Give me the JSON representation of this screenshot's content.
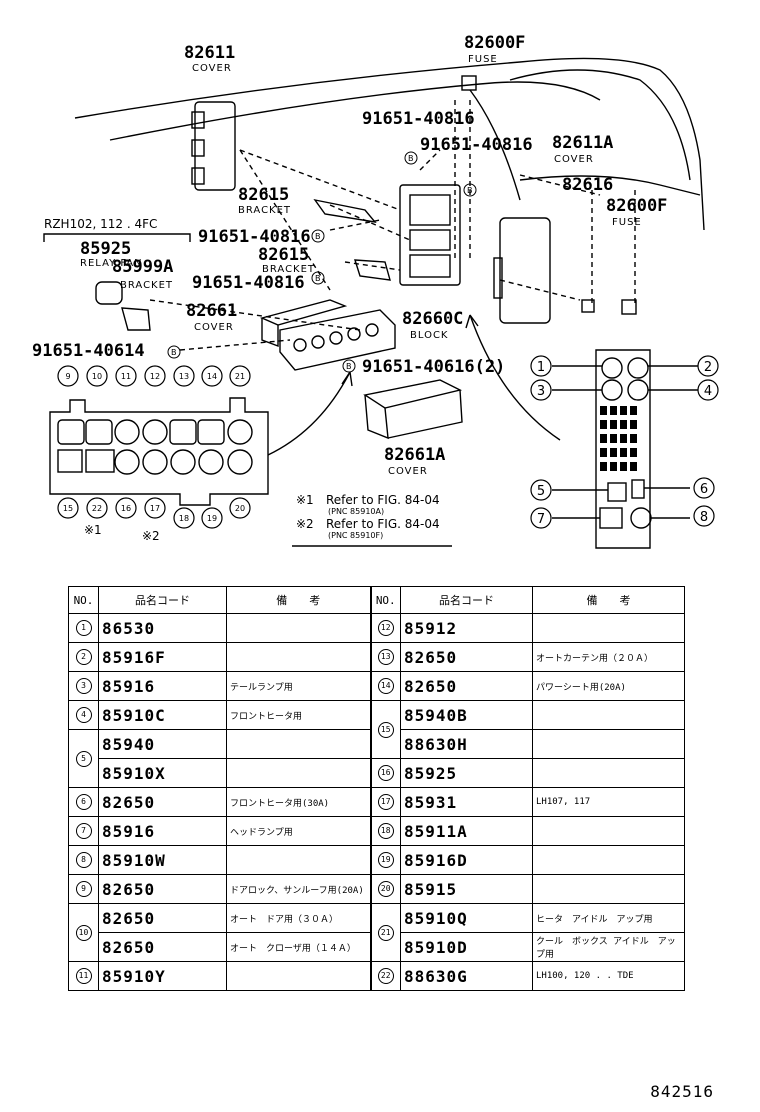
{
  "diagram": {
    "labels": [
      {
        "part": "82611",
        "desc": "COVER"
      },
      {
        "part": "82600F",
        "desc": "FUSE"
      },
      {
        "part": "91651-40816",
        "desc": ""
      },
      {
        "part": "91651-40816",
        "desc": ""
      },
      {
        "part": "82611A",
        "desc": "COVER"
      },
      {
        "part": "82616",
        "desc": ""
      },
      {
        "part": "82600F",
        "desc": "FUSE"
      },
      {
        "part": "82615",
        "desc": "BRACKET"
      },
      {
        "part": "91651-40816",
        "desc": ""
      },
      {
        "part": "82615",
        "desc": "BRACKET"
      },
      {
        "part": "91651-40816",
        "desc": ""
      },
      {
        "part": "82661",
        "desc": "COVER"
      },
      {
        "part": "82660C",
        "desc": "BLOCK"
      },
      {
        "part": "91651-40616(2)",
        "desc": ""
      },
      {
        "part": "82661A",
        "desc": "COVER"
      },
      {
        "part": "85925",
        "desc": "RELAY FAN"
      },
      {
        "part": "85999A",
        "desc": "BRACKET"
      },
      {
        "part": "91651-40614",
        "desc": ""
      }
    ],
    "model_note": "RZH102, 112 . 4FC",
    "b_marker": "B",
    "refs": [
      {
        "mark": "※1",
        "text": "Refer to FIG. 84-04",
        "pnc": "(PNC 85910A)"
      },
      {
        "mark": "※2",
        "text": "Refer to FIG. 84-04",
        "pnc": "(PNC 85910F)"
      }
    ],
    "left_connector": {
      "top_numbers": [
        "9",
        "10",
        "11",
        "12",
        "13",
        "14",
        "21"
      ],
      "bottom_numbers": [
        "15",
        "22",
        "16",
        "17",
        "18",
        "19",
        "20"
      ],
      "mark1": "※1",
      "mark2": "※2"
    },
    "right_block": {
      "numbers": [
        "1",
        "2",
        "3",
        "4",
        "5",
        "6",
        "7",
        "8"
      ]
    }
  },
  "table": {
    "headers": [
      "NO.",
      "品名コード",
      "備　　考",
      "NO.",
      "品名コード",
      "備　　考"
    ],
    "left": [
      {
        "no": "1",
        "codes": [
          "86530"
        ],
        "notes": [
          ""
        ]
      },
      {
        "no": "2",
        "codes": [
          "85916F"
        ],
        "notes": [
          ""
        ]
      },
      {
        "no": "3",
        "codes": [
          "85916"
        ],
        "notes": [
          "テールランプ用"
        ]
      },
      {
        "no": "4",
        "codes": [
          "85910C"
        ],
        "notes": [
          "フロントヒータ用"
        ]
      },
      {
        "no": "5",
        "codes": [
          "85940",
          "85910X"
        ],
        "notes": [
          "",
          ""
        ]
      },
      {
        "no": "6",
        "codes": [
          "82650"
        ],
        "notes": [
          "フロントヒータ用(30A)"
        ]
      },
      {
        "no": "7",
        "codes": [
          "85916"
        ],
        "notes": [
          "ヘッドランプ用"
        ]
      },
      {
        "no": "8",
        "codes": [
          "85910W"
        ],
        "notes": [
          ""
        ]
      },
      {
        "no": "9",
        "codes": [
          "82650"
        ],
        "notes": [
          "ドアロック、サンルーフ用(20A)"
        ]
      },
      {
        "no": "10",
        "codes": [
          "82650",
          "82650"
        ],
        "notes": [
          "オート　ドア用（３０Ａ）",
          "オート　クローザ用（１４Ａ）"
        ]
      },
      {
        "no": "11",
        "codes": [
          "85910Y"
        ],
        "notes": [
          ""
        ]
      }
    ],
    "right": [
      {
        "no": "12",
        "codes": [
          "85912"
        ],
        "notes": [
          ""
        ]
      },
      {
        "no": "13",
        "codes": [
          "82650"
        ],
        "notes": [
          "オートカーテン用（２０Ａ）"
        ]
      },
      {
        "no": "14",
        "codes": [
          "82650"
        ],
        "notes": [
          "パワーシート用(20A)"
        ]
      },
      {
        "no": "15",
        "codes": [
          "85940B",
          "88630H"
        ],
        "notes": [
          "",
          ""
        ]
      },
      {
        "no": "16",
        "codes": [
          "85925"
        ],
        "notes": [
          ""
        ]
      },
      {
        "no": "17",
        "codes": [
          "85931"
        ],
        "notes": [
          "LH107, 117"
        ]
      },
      {
        "no": "18",
        "codes": [
          "85911A"
        ],
        "notes": [
          ""
        ]
      },
      {
        "no": "19",
        "codes": [
          "85916D"
        ],
        "notes": [
          ""
        ]
      },
      {
        "no": "20",
        "codes": [
          "85915"
        ],
        "notes": [
          ""
        ]
      },
      {
        "no": "21",
        "codes": [
          "85910Q",
          "85910D"
        ],
        "notes": [
          "ヒータ　アイドル　アップ用",
          "クール　ボックス アイドル　アップ用"
        ]
      },
      {
        "no": "22",
        "codes": [
          "88630G"
        ],
        "notes": [
          "LH100, 120 . . TDE"
        ]
      }
    ]
  },
  "figure_number": "842516"
}
